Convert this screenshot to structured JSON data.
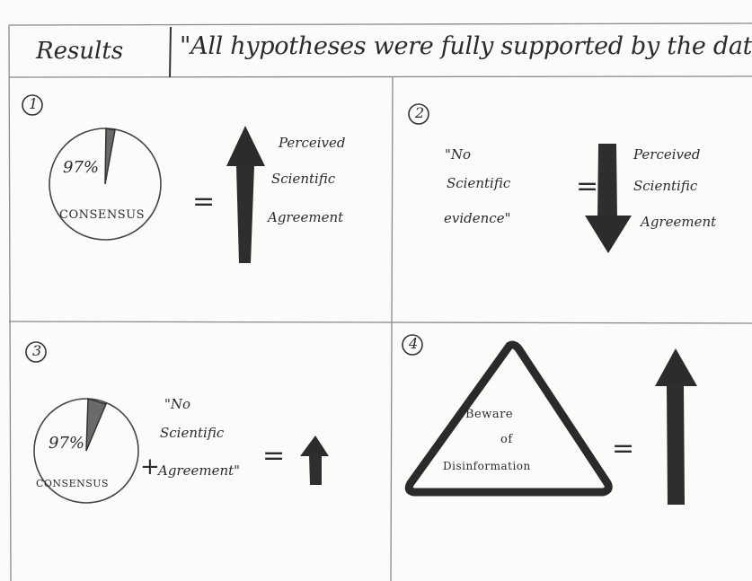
{
  "header": {
    "label": "Results",
    "quote": "\"All hypotheses were fully supported by the data.\""
  },
  "panels": [
    {
      "number": "1",
      "pie_percent": "97%",
      "pie_caption": "CONSENSUS",
      "operator": "=",
      "arrow_direction": "up",
      "outcome_lines": [
        "Perceived",
        "Scientific",
        "Agreement"
      ]
    },
    {
      "number": "2",
      "quote_lines": [
        "\"No",
        "Scientific",
        "evidence\""
      ],
      "operator": "=",
      "arrow_direction": "down",
      "outcome_lines": [
        "Perceived",
        "Scientific",
        "Agreement"
      ]
    },
    {
      "number": "3",
      "pie_percent": "97%",
      "pie_caption": "CONSENSUS",
      "plus": "+",
      "quote_lines": [
        "\"No",
        "Scientific",
        "Agreement\""
      ],
      "operator": "=",
      "arrow_direction": "up"
    },
    {
      "number": "4",
      "warning_lines": [
        "Beware",
        "of",
        "Disinformation"
      ],
      "operator": "=",
      "arrow_direction": "up"
    }
  ],
  "colors": {
    "ink": "#2a2a2a",
    "paper": "#fbfbf9"
  }
}
